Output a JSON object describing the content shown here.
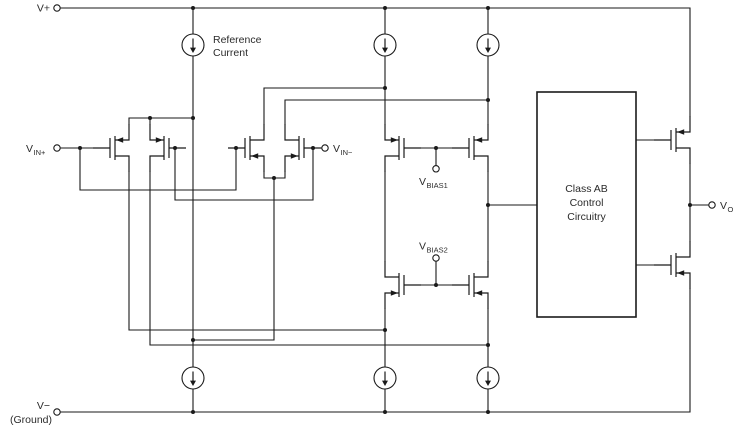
{
  "figure": {
    "type": "op-amp-simplified-schematic",
    "rails": {
      "top_label": "V+",
      "bottom_label": "V−",
      "bottom_sublabel": "(Ground)"
    },
    "current_source": {
      "reference_line1": "Reference",
      "reference_line2": "Current"
    },
    "inputs": {
      "vin_plus_main": "V",
      "vin_plus_sub": "IN+",
      "vin_minus_main": "V",
      "vin_minus_sub": "IN−"
    },
    "bias": {
      "vbias1_main": "V",
      "vbias1_sub": "BIAS1",
      "vbias2_main": "V",
      "vbias2_sub": "BIAS2"
    },
    "class_ab_box": {
      "line1": "Class AB",
      "line2": "Control",
      "line3": "Circuitry"
    },
    "output": {
      "vo_main": "V",
      "vo_sub": "O"
    },
    "colors": {
      "line": "#1a1a1a",
      "text": "#2b2b2b",
      "background": "#ffffff"
    }
  }
}
